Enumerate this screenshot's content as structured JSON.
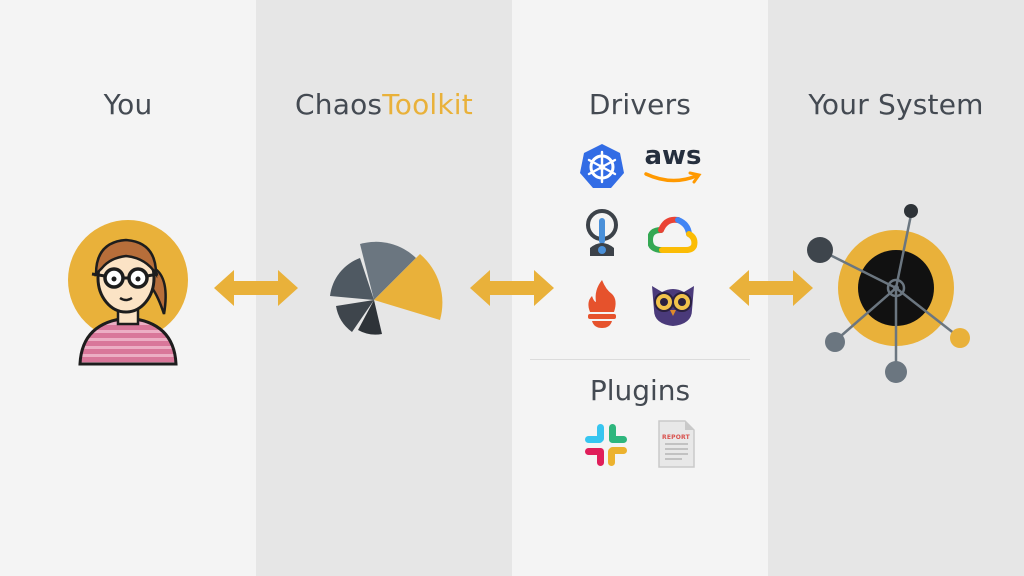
{
  "columns": {
    "you": "You",
    "toolkit_a": "Chaos",
    "toolkit_b": "Toolkit",
    "drivers": "Drivers",
    "system": "Your System"
  },
  "plugins": {
    "title": "Plugins",
    "report_label": "REPORT"
  },
  "drivers": {
    "aws_label": "aws"
  },
  "colors": {
    "accent": "#e9b13a",
    "dark": "#2e3338",
    "slate": "#6b7680",
    "col_light": "#f4f4f4",
    "col_dark": "#e6e6e6"
  }
}
